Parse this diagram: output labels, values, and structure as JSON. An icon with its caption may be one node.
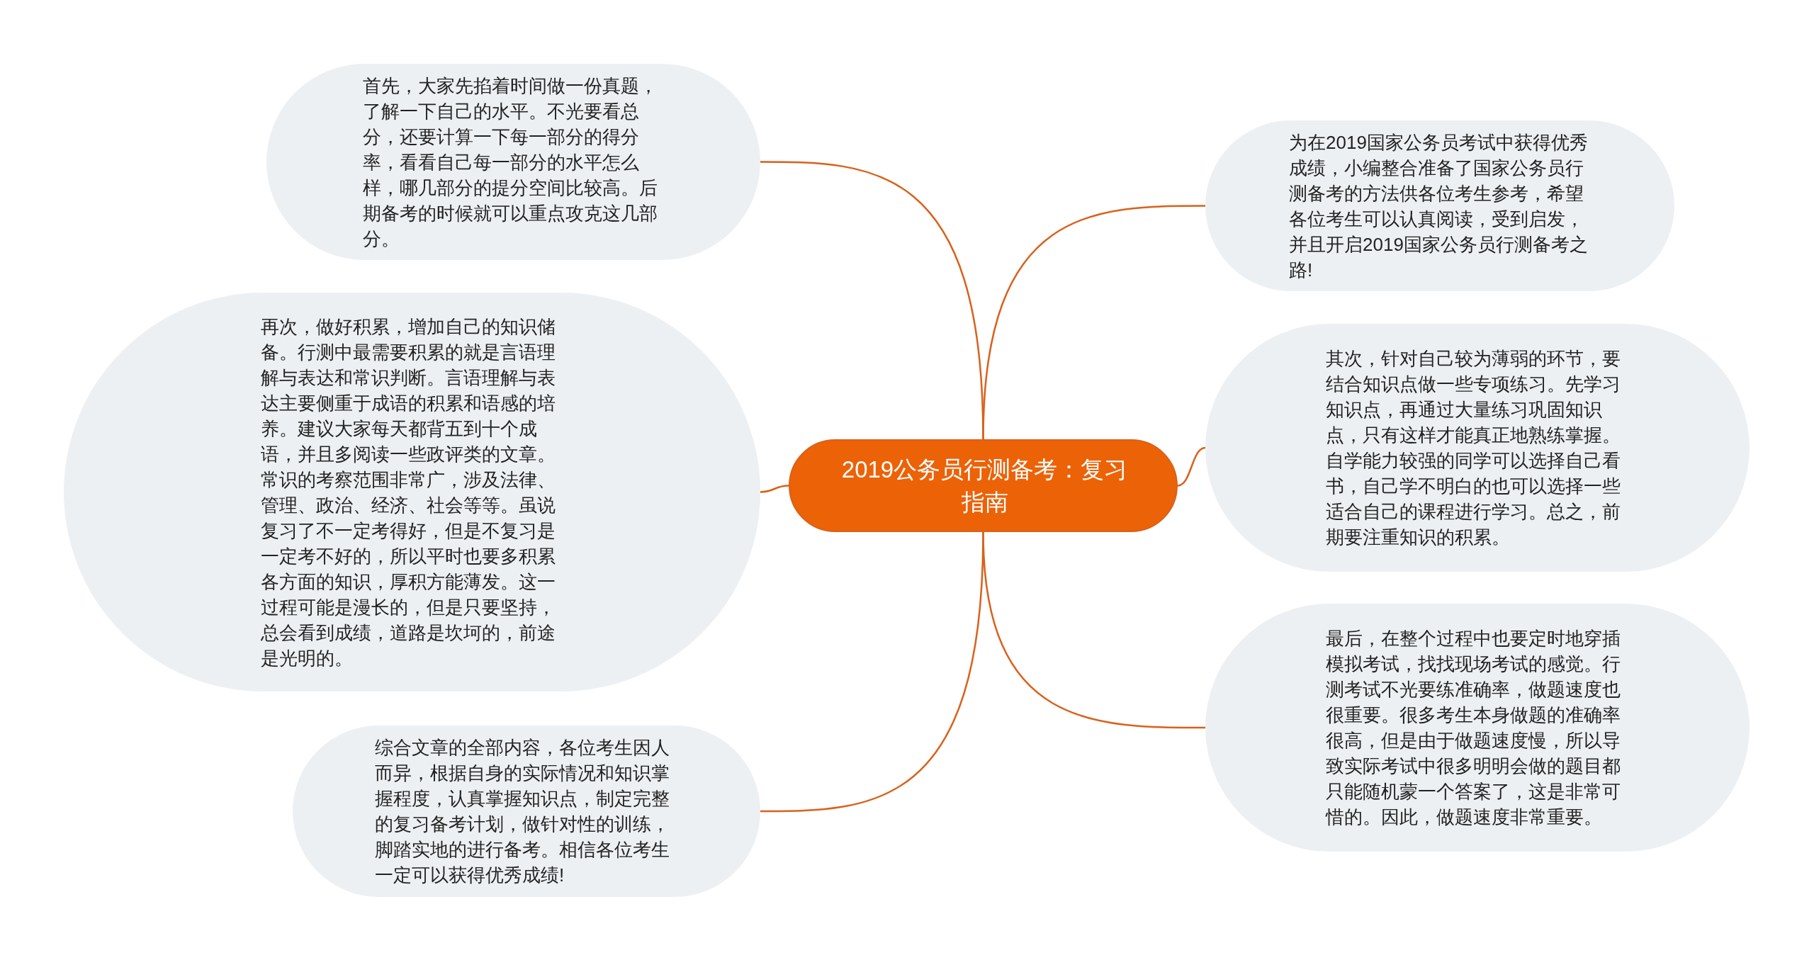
{
  "diagram": {
    "nodes": [
      {
        "text": [
          "2019公务员行测备考：复习指南"
        ]
      },
      {
        "text": [
          "首先，大家先掐着时间做一份真题，了解一下自己的水平。不光要看总分，还要计算一下每一部分的得分率，看看自己每一部分的水平怎么样，哪几部分的提分空间比较高。后期备考的时候就可以重点攻克这几部分。"
        ]
      },
      {
        "text": [
          "为在2019国家公务员考试中获得优秀成绩，小编整合准备了国家公务员行测备考的方法供各位考生参考，希望各位考生可以认真阅读，受到启发，并且开启2019国家公务员行测备考之路!"
        ]
      },
      {
        "text": [
          "再次，做好积累，增加自己的知识储备。行测中最需要积累的就是言语理解与表达和常识判断。言语理解与表达主要侧重于成语的积累和语感的培养。建议大家每天都背五到十个成语，并且多阅读一些政评类的文章。常识的考察范围非常广，涉及法律、管理、政治、经济、社会等等。虽说复习了不一定考得好，但是不复习是一定考不好的，所以平时也要多积累各方面的知识，厚积方能薄发。这一过程可能是漫长的，但是只要坚持，总会看到成绩，道路是坎坷的，前途是光明的。"
        ]
      },
      {
        "text": [
          "其次，针对自己较为薄弱的环节，要结合知识点做一些专项练习。先学习知识点，再通过大量练习巩固知识点，只有这样才能真正地熟练掌握。自学能力较强的同学可以选择自己看书，自己学不明白的也可以选择一些适合自己的课程进行学习。总之，前期要注重知识的积累。"
        ]
      },
      {
        "text": [
          "综合文章的全部内容，各位考生因人而异，根据自身的实际情况和知识掌握程度，认真掌握知识点，制定完整的复习备考计划，做针对性的训练，脚踏实地的进行备考。相信各位考生一定可以获得优秀成绩!"
        ]
      },
      {
        "text": [
          "最后，在整个过程中也要定时地穿插模拟考试，找找现场考试的感觉。行测考试不光要练准确率，做题速度也很重要。很多考生本身做题的准确率很高，但是由于做题速度慢，所以导致实际考试中很多明明会做的题目都只能随机蒙一个答案了，这是非常可惜的。因此，做题速度非常重要。"
        ]
      }
    ],
    "edges": [
      {
        "from": 0,
        "to": 1,
        "arrow": "none"
      },
      {
        "from": 0,
        "to": 2,
        "arrow": "none"
      },
      {
        "from": 0,
        "to": 3,
        "arrow": "none"
      },
      {
        "from": 0,
        "to": 4,
        "arrow": "none"
      },
      {
        "from": 0,
        "to": 5,
        "arrow": "none"
      },
      {
        "from": 0,
        "to": 6,
        "arrow": "none"
      }
    ]
  }
}
